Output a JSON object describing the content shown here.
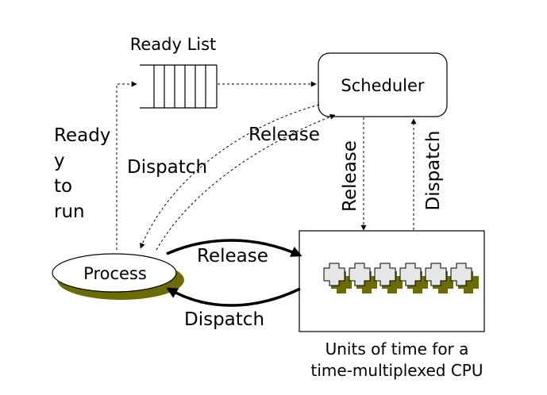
{
  "nodes": {
    "ready_list": {
      "label": "Ready List"
    },
    "scheduler": {
      "label": "Scheduler"
    },
    "process": {
      "label": "Process"
    },
    "cpu": {
      "caption_line1": "Units of time for a",
      "caption_line2": "time-multiplexed CPU"
    }
  },
  "edges": {
    "ready_to_run": [
      "Ready",
      "y",
      "to",
      "run"
    ],
    "curve_dispatch": "Dispatch",
    "curve_release": "Release",
    "vertical_release": "Release",
    "vertical_dispatch": "Dispatch",
    "process_to_cpu_release": "Release",
    "cpu_to_process_dispatch": "Dispatch"
  },
  "colors": {
    "shadow": "#6b6b00",
    "cpu_unit_fill": "#e6e6e6",
    "stroke": "#000000"
  }
}
